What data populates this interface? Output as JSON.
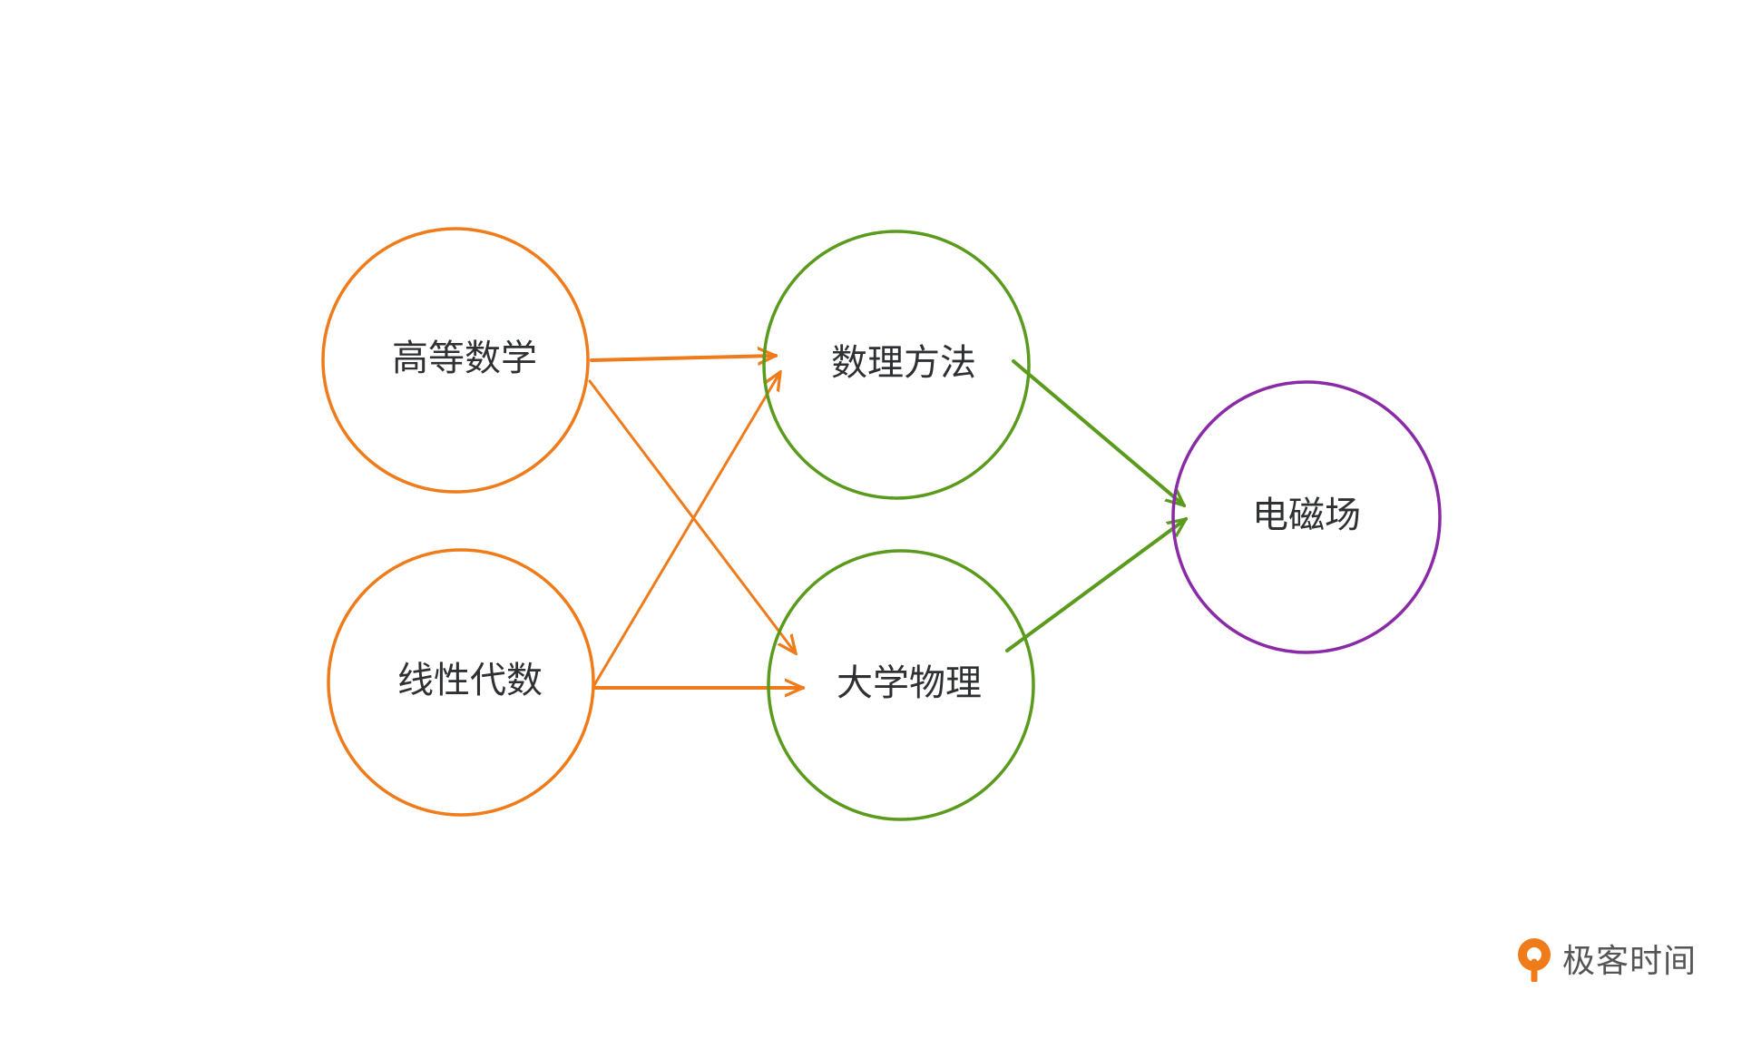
{
  "nodes": {
    "higher_math": {
      "label": "高等数学",
      "color": "#ef7b1a"
    },
    "linear_algebra": {
      "label": "线性代数",
      "color": "#ef7b1a"
    },
    "math_methods": {
      "label": "数理方法",
      "color": "#5a9a1c"
    },
    "college_physics": {
      "label": "大学物理",
      "color": "#5a9a1c"
    },
    "electromagnetism": {
      "label": "电磁场",
      "color": "#8b2aa6"
    }
  },
  "edges": [
    {
      "from": "高等数学",
      "to": "数理方法",
      "color": "#ef7b1a"
    },
    {
      "from": "高等数学",
      "to": "大学物理",
      "color": "#ef7b1a"
    },
    {
      "from": "线性代数",
      "to": "数理方法",
      "color": "#ef7b1a"
    },
    {
      "from": "线性代数",
      "to": "大学物理",
      "color": "#ef7b1a"
    },
    {
      "from": "数理方法",
      "to": "电磁场",
      "color": "#5a9a1c"
    },
    {
      "from": "大学物理",
      "to": "电磁场",
      "color": "#5a9a1c"
    }
  ],
  "watermark": {
    "text": "极客时间",
    "icon": "geektime-logo-icon",
    "accent": "#ef7b1a"
  }
}
